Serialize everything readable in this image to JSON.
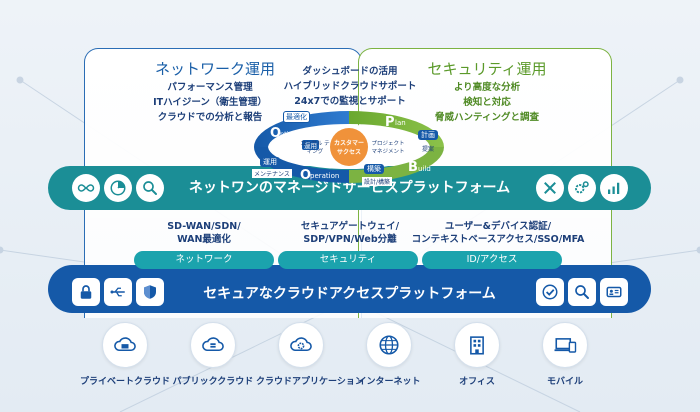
{
  "network_ops": {
    "title": "ネットワーク運用",
    "items": [
      "パフォーマンス管理",
      "ITハイジーン（衛生管理）",
      "クラウドでの分析と報告"
    ]
  },
  "center_top": {
    "items": [
      "ダッシュボードの活用",
      "ハイブリッドクラウドサポート",
      "24x7での監視とサポート"
    ]
  },
  "security_ops": {
    "title": "セキュリティ運用",
    "items": [
      "より高度な分析",
      "検知と対応",
      "脅威ハンティングと調査"
    ]
  },
  "cycle": {
    "optimization": "ptimization",
    "optimization_jp": "最適化",
    "plan": "lan",
    "plan_jp": "計画",
    "plan_sub": "提案",
    "build": "uild",
    "build_jp": "構築",
    "build_sub": "設計/構築",
    "operation": "peration",
    "operation_jp": "運用",
    "operation_sub": "メンテナンス",
    "letter_o": "O",
    "letter_p": "P",
    "letter_b": "B",
    "consulting": "コンサル ティング",
    "customer": "カスタマー サクセス",
    "pm": "プロジェクト マネジメント"
  },
  "managed_band": {
    "title": "ネットワンのマネージドサービスプラットフォーム"
  },
  "middle": {
    "network": [
      "SD-WAN/SDN/",
      "WAN最適化"
    ],
    "security": [
      "セキュアゲートウェイ/",
      "SDP/VPN/Web分離"
    ],
    "identity": [
      "ユーザー&デバイス認証/",
      "コンテキストベースアクセス/SSO/MFA"
    ]
  },
  "tabs": [
    "ネットワーク",
    "セキュリティ",
    "ID/アクセス"
  ],
  "secure_band": {
    "title": "セキュアなクラウドアクセスプラットフォーム"
  },
  "bottom": [
    "プライベートクラウド",
    "パブリッククラウド",
    "クラウドアプリケーション",
    "インターネット",
    "オフィス",
    "モバイル"
  ],
  "colors": {
    "teal": "#1b8e96",
    "blue": "#1559a8",
    "green": "#7cb342",
    "tab": "#1ba3ad"
  }
}
